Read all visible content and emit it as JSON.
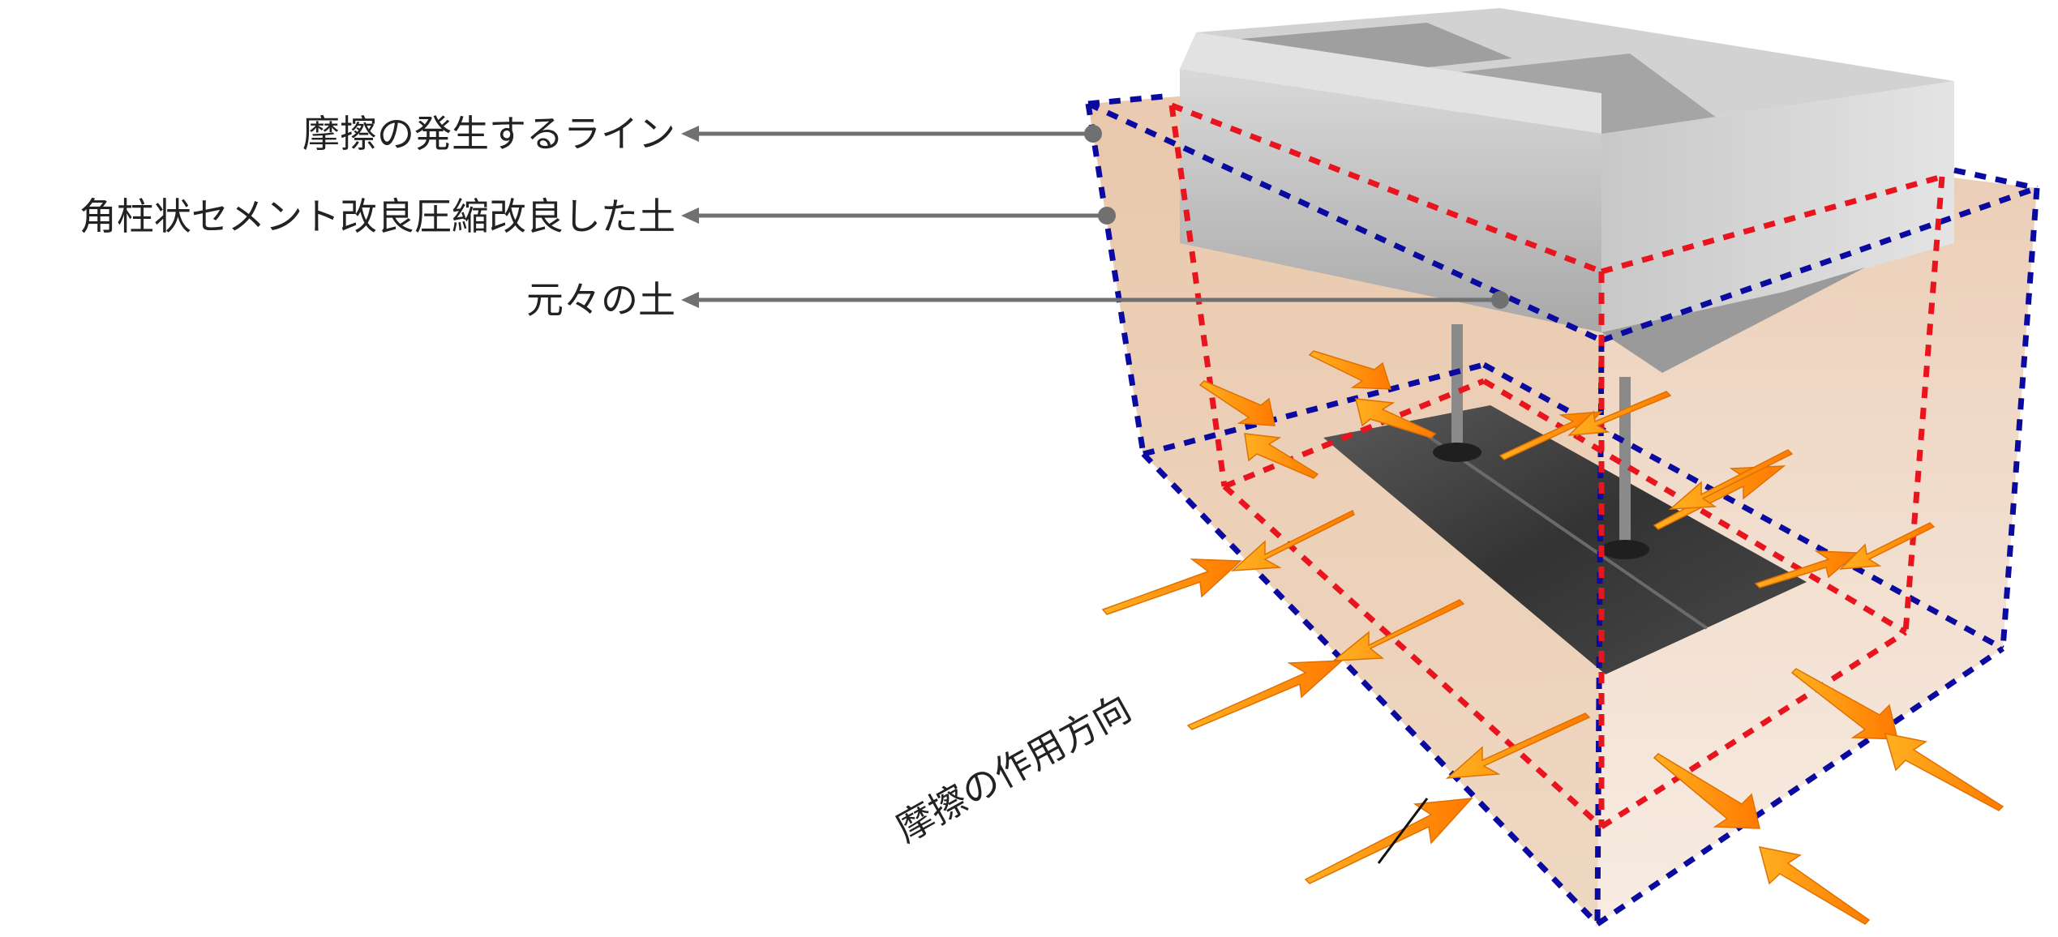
{
  "labels": {
    "friction_line": "摩擦の発生するライン",
    "improved_soil": "角柱状セメント改良圧縮改良した土",
    "original_soil": "元々の土",
    "friction_direction": "摩擦の作用方向"
  },
  "colors": {
    "blue_line": "#0a0aa0",
    "red_line": "#e8141e",
    "soil_fill": "#e6c4a6",
    "arrow_orange": "#ff9c10",
    "leader_line": "#707070",
    "concrete": "#bfbfbf",
    "steel_plate": "#3a3a3a"
  },
  "icons": {
    "friction_arrows": "orange-arrow-icon",
    "leader_dot": "dot-icon"
  }
}
